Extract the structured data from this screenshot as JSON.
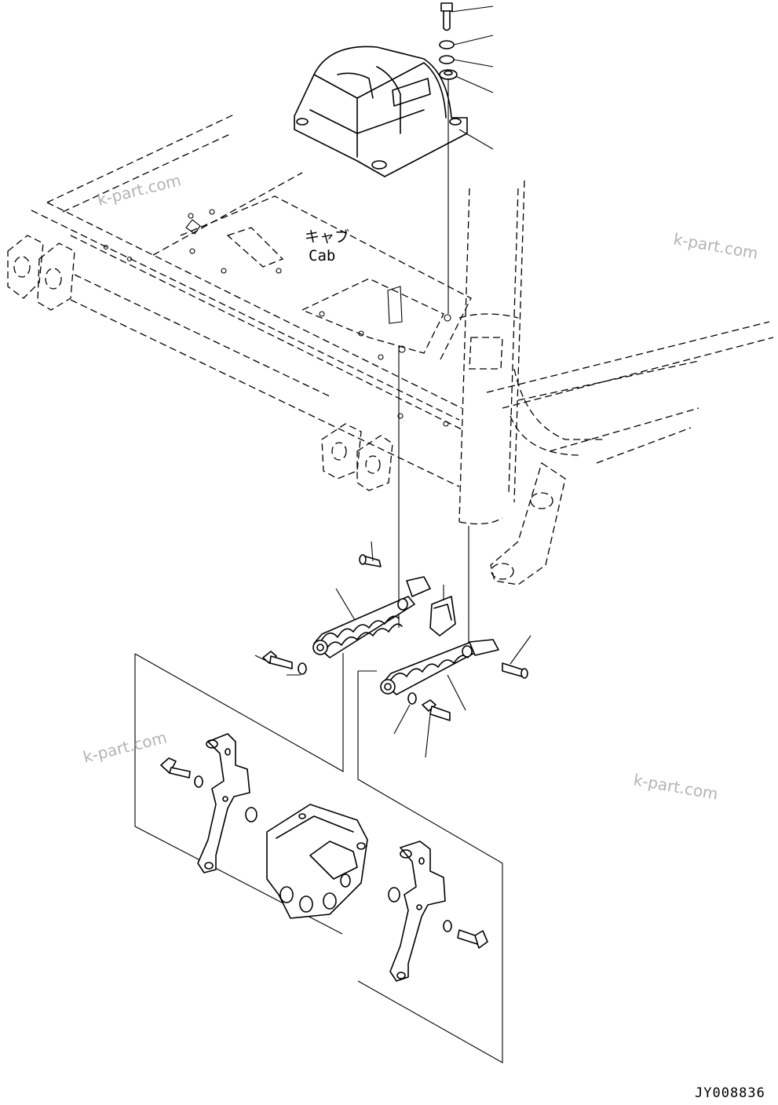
{
  "diagram": {
    "part_label_jp": "キャブ",
    "part_label_en": "Cab",
    "drawing_code": "JY008836",
    "watermarks": [
      "k-part.com",
      "k-part.com",
      "k-part.com",
      "k-part.com"
    ]
  }
}
